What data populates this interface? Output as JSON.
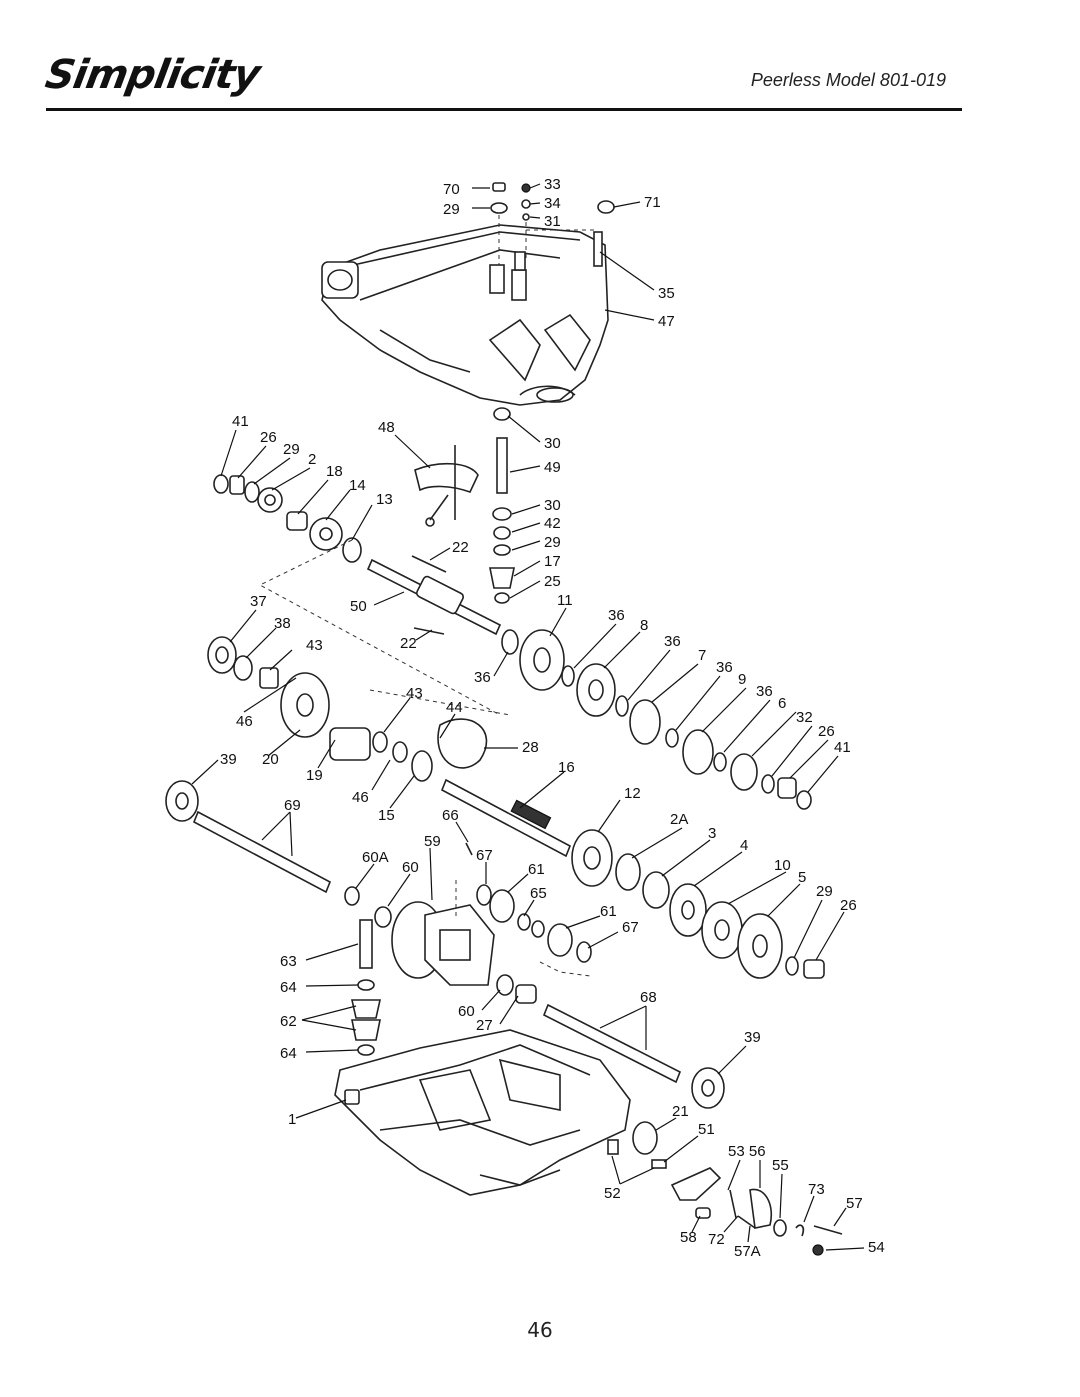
{
  "header": {
    "brand": "Simplicity",
    "model": "Peerless Model 801-019"
  },
  "page_number": "46",
  "diagram": {
    "labels": [
      {
        "id": "l70",
        "text": "70"
      },
      {
        "id": "l33",
        "text": "33"
      },
      {
        "id": "l29a",
        "text": "29"
      },
      {
        "id": "l34",
        "text": "34"
      },
      {
        "id": "l31",
        "text": "31"
      },
      {
        "id": "l71",
        "text": "71"
      },
      {
        "id": "l35",
        "text": "35"
      },
      {
        "id": "l47",
        "text": "47"
      },
      {
        "id": "l41a",
        "text": "41"
      },
      {
        "id": "l26a",
        "text": "26"
      },
      {
        "id": "l29b",
        "text": "29"
      },
      {
        "id": "l2",
        "text": "2"
      },
      {
        "id": "l18",
        "text": "18"
      },
      {
        "id": "l14",
        "text": "14"
      },
      {
        "id": "l13",
        "text": "13"
      },
      {
        "id": "l48",
        "text": "48"
      },
      {
        "id": "l30a",
        "text": "30"
      },
      {
        "id": "l49",
        "text": "49"
      },
      {
        "id": "l30b",
        "text": "30"
      },
      {
        "id": "l42",
        "text": "42"
      },
      {
        "id": "l29c",
        "text": "29"
      },
      {
        "id": "l17",
        "text": "17"
      },
      {
        "id": "l25",
        "text": "25"
      },
      {
        "id": "l22a",
        "text": "22"
      },
      {
        "id": "l37",
        "text": "37"
      },
      {
        "id": "l50",
        "text": "50"
      },
      {
        "id": "l11",
        "text": "11"
      },
      {
        "id": "l38",
        "text": "38"
      },
      {
        "id": "l22b",
        "text": "22"
      },
      {
        "id": "l36a",
        "text": "36"
      },
      {
        "id": "l8",
        "text": "8"
      },
      {
        "id": "l36b",
        "text": "36"
      },
      {
        "id": "l43a",
        "text": "43"
      },
      {
        "id": "l36c",
        "text": "36"
      },
      {
        "id": "l7",
        "text": "7"
      },
      {
        "id": "l36d",
        "text": "36"
      },
      {
        "id": "l9",
        "text": "9"
      },
      {
        "id": "l36e",
        "text": "36"
      },
      {
        "id": "l6",
        "text": "6"
      },
      {
        "id": "l32",
        "text": "32"
      },
      {
        "id": "l26b",
        "text": "26"
      },
      {
        "id": "l41b",
        "text": "41"
      },
      {
        "id": "l46a",
        "text": "46"
      },
      {
        "id": "l43b",
        "text": "43"
      },
      {
        "id": "l44",
        "text": "44"
      },
      {
        "id": "l28",
        "text": "28"
      },
      {
        "id": "l39a",
        "text": "39"
      },
      {
        "id": "l20",
        "text": "20"
      },
      {
        "id": "l19",
        "text": "19"
      },
      {
        "id": "l46b",
        "text": "46"
      },
      {
        "id": "l15",
        "text": "15"
      },
      {
        "id": "l16",
        "text": "16"
      },
      {
        "id": "l69",
        "text": "69"
      },
      {
        "id": "l66",
        "text": "66"
      },
      {
        "id": "l12",
        "text": "12"
      },
      {
        "id": "l2A",
        "text": "2A"
      },
      {
        "id": "l59",
        "text": "59"
      },
      {
        "id": "l67a",
        "text": "67"
      },
      {
        "id": "l3",
        "text": "3"
      },
      {
        "id": "l60A",
        "text": "60A"
      },
      {
        "id": "l60a",
        "text": "60"
      },
      {
        "id": "l61a",
        "text": "61"
      },
      {
        "id": "l4",
        "text": "4"
      },
      {
        "id": "l65",
        "text": "65"
      },
      {
        "id": "l10",
        "text": "10"
      },
      {
        "id": "l5",
        "text": "5"
      },
      {
        "id": "l29d",
        "text": "29"
      },
      {
        "id": "l26c",
        "text": "26"
      },
      {
        "id": "l61b",
        "text": "61"
      },
      {
        "id": "l67b",
        "text": "67"
      },
      {
        "id": "l63",
        "text": "63"
      },
      {
        "id": "l64a",
        "text": "64"
      },
      {
        "id": "l68",
        "text": "68"
      },
      {
        "id": "l62",
        "text": "62"
      },
      {
        "id": "l60b",
        "text": "60"
      },
      {
        "id": "l27",
        "text": "27"
      },
      {
        "id": "l39b",
        "text": "39"
      },
      {
        "id": "l64b",
        "text": "64"
      },
      {
        "id": "l21",
        "text": "21"
      },
      {
        "id": "l1",
        "text": "1"
      },
      {
        "id": "l51",
        "text": "51"
      },
      {
        "id": "l5356",
        "text": "53 56"
      },
      {
        "id": "l55",
        "text": "55"
      },
      {
        "id": "l52",
        "text": "52"
      },
      {
        "id": "l73",
        "text": "73"
      },
      {
        "id": "l57",
        "text": "57"
      },
      {
        "id": "l58",
        "text": "58"
      },
      {
        "id": "l72",
        "text": "72"
      },
      {
        "id": "l57A",
        "text": "57A"
      },
      {
        "id": "l54",
        "text": "54"
      }
    ]
  }
}
